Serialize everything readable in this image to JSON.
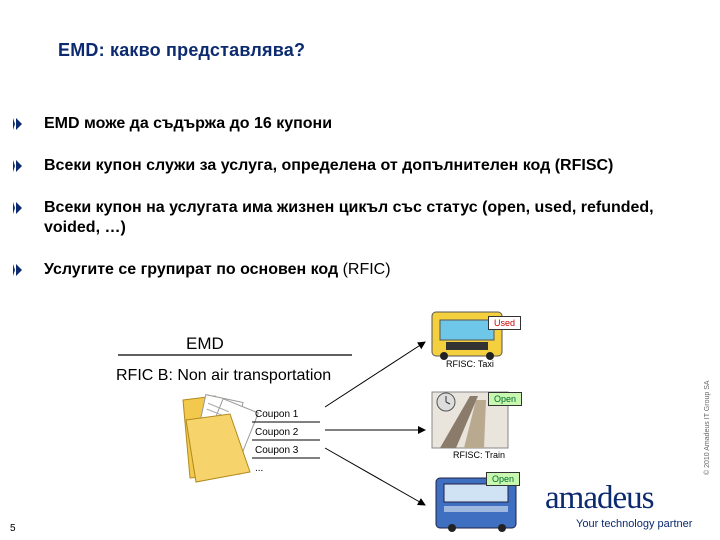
{
  "slide": {
    "title": "EMD: какво представлява?",
    "bullets": [
      {
        "bold": "EMD може да съдържа до 16 купони",
        "plain": ""
      },
      {
        "bold": "Всеки купон служи за услуга, определена от допълнителен код (RFISC)",
        "plain": ""
      },
      {
        "bold": "Всеки купон на услугата има жизнен цикъл със статус (open, used, refunded, voided, …)",
        "plain": ""
      },
      {
        "bold": "Услугите се групират по основен код",
        "plain": " (RFIC)"
      }
    ],
    "page_number": "5",
    "copyright": "© 2010 Amadeus IT Group SA"
  },
  "diagram": {
    "emd_label": "EMD",
    "rfic_label": "RFIC B: Non air transportation",
    "coupons": [
      "Coupon 1",
      "Coupon 2",
      "Coupon 3",
      "..."
    ],
    "services": [
      {
        "status": "Used",
        "caption": "RFISC: Taxi",
        "icon": "taxi-icon"
      },
      {
        "status": "Open",
        "caption": "RFISC: Train",
        "icon": "train-icon"
      },
      {
        "status": "Open",
        "caption": "",
        "icon": "bus-icon"
      }
    ],
    "colors": {
      "title": "#0b2a6f",
      "used": "#cc0000",
      "open_bg": "#c8f7b0"
    }
  },
  "brand": {
    "logo": "amadeus",
    "tagline": "Your technology partner"
  }
}
